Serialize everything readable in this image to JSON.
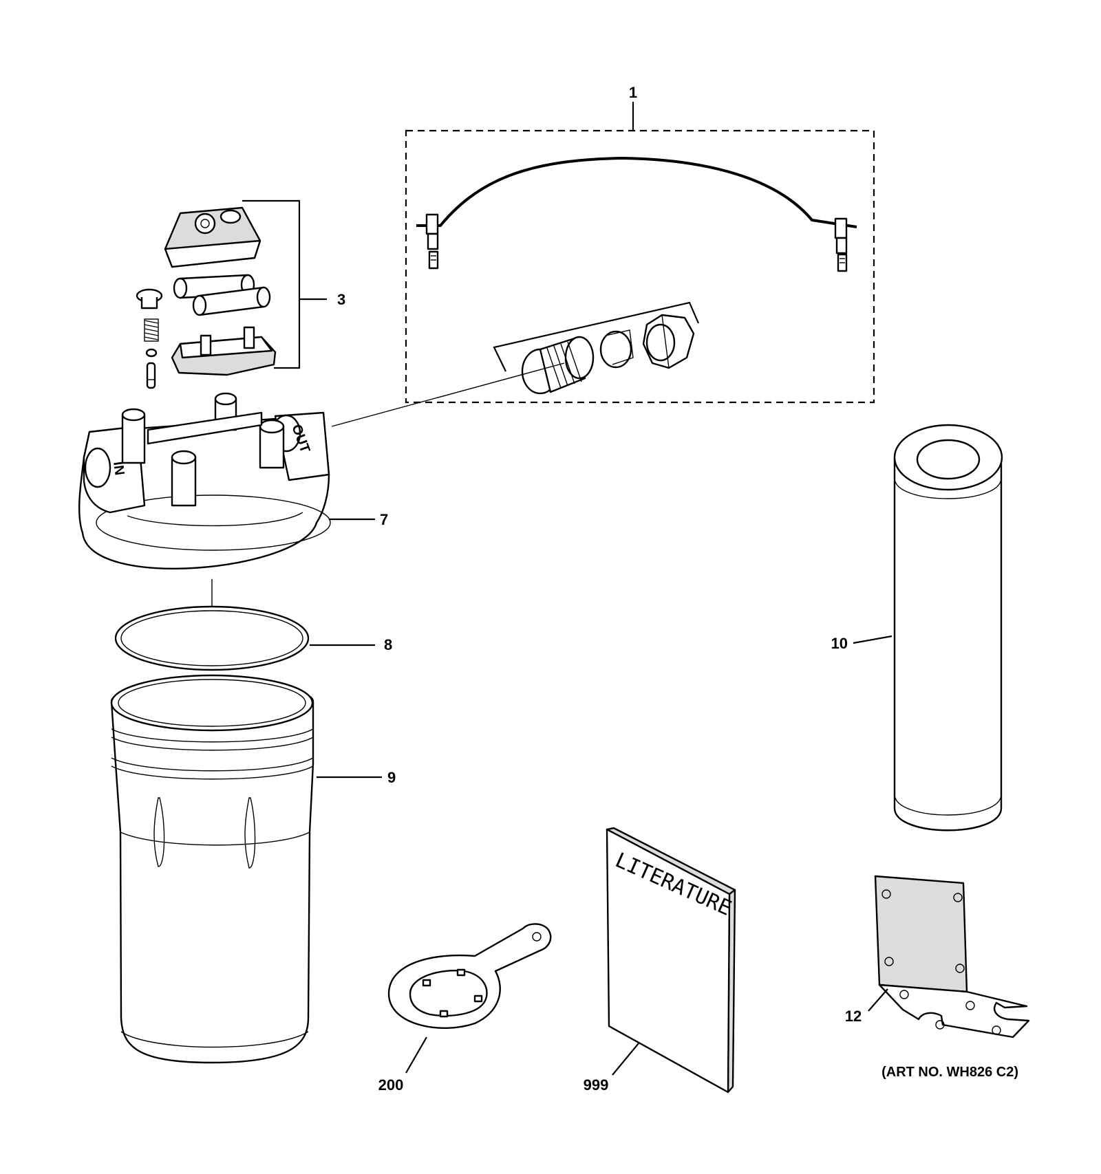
{
  "callouts": {
    "c1": "1",
    "c3": "3",
    "c7": "7",
    "c8": "8",
    "c9": "9",
    "c10": "10",
    "c12": "12",
    "c200": "200",
    "c999": "999"
  },
  "literature_label": "LITERATURE",
  "port_in_label": "IN",
  "port_out_label": "OUT",
  "art_number": "(ART NO. WH826 C2)"
}
